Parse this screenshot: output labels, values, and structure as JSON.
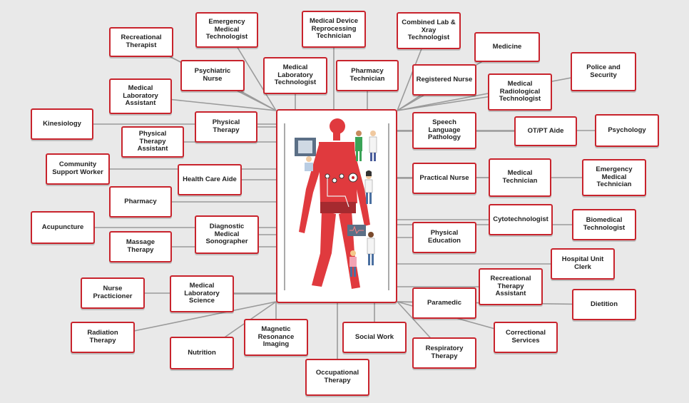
{
  "colors": {
    "accent": "#c8232c",
    "line": "#9a9a9a",
    "background": "#e9e9e9",
    "figure": "#e03a3e"
  },
  "center": {
    "illustration": "human-body-illustration"
  },
  "nodes": [
    {
      "id": "recreational-therapist",
      "label": "Recreational\nTherapist"
    },
    {
      "id": "emergency-medical-technologist",
      "label": "Emergency\nMedical\nTechnologist"
    },
    {
      "id": "medical-device-reprocessing-technician",
      "label": "Medical Device\nReprocessing\nTechnician"
    },
    {
      "id": "combined-lab-xray-technologist",
      "label": "Combined Lab &\nXray\nTechnologist"
    },
    {
      "id": "medicine",
      "label": "Medicine"
    },
    {
      "id": "police-and-security",
      "label": "Police and\nSecurity"
    },
    {
      "id": "psychiatric-nurse",
      "label": "Psychiatric Nurse"
    },
    {
      "id": "medical-laboratory-technologist",
      "label": "Medical\nLaboratory\nTechnologist"
    },
    {
      "id": "pharmacy-technician",
      "label": "Pharmacy\nTechnician"
    },
    {
      "id": "registered-nurse",
      "label": "Registered Nurse"
    },
    {
      "id": "medical-radiological-technologist",
      "label": "Medical\nRadiological\nTechnologist"
    },
    {
      "id": "medical-laboratory-assistant",
      "label": "Medical\nLaboratory\nAssistant"
    },
    {
      "id": "kinesiology",
      "label": "Kinesiology"
    },
    {
      "id": "physical-therapy",
      "label": "Physical Therapy"
    },
    {
      "id": "speech-language-pathology",
      "label": "Speech\nLanguage\nPathology"
    },
    {
      "id": "ot-pt-aide",
      "label": "OT/PT Aide"
    },
    {
      "id": "psychology",
      "label": "Psychology"
    },
    {
      "id": "physical-therapy-assistant",
      "label": "Physical Therapy\nAssistant"
    },
    {
      "id": "community-support-worker",
      "label": "Community\nSupport Worker"
    },
    {
      "id": "health-care-aide",
      "label": "Health Care Aide"
    },
    {
      "id": "practical-nurse",
      "label": "Practical Nurse"
    },
    {
      "id": "medical-technician",
      "label": "Medical\nTechnician"
    },
    {
      "id": "emergency-medical-technician",
      "label": "Emergency\nMedical\nTechnician"
    },
    {
      "id": "pharmacy",
      "label": "Pharmacy"
    },
    {
      "id": "acupuncture",
      "label": "Acupuncture"
    },
    {
      "id": "cytotechnologist",
      "label": "Cytotechnologist"
    },
    {
      "id": "biomedical-technologist",
      "label": "Biomedical\nTechnologist"
    },
    {
      "id": "diagnostic-medical-sonographer",
      "label": "Diagnostic\nMedical\nSonographer"
    },
    {
      "id": "massage-therapy",
      "label": "Massage\nTherapy"
    },
    {
      "id": "physical-education",
      "label": "Physical\nEducation"
    },
    {
      "id": "hospital-unit-clerk",
      "label": "Hospital Unit\nClerk"
    },
    {
      "id": "nurse-practicioner",
      "label": "Nurse\nPracticioner"
    },
    {
      "id": "medical-laboratory-science",
      "label": "Medical\nLaboratory\nScience"
    },
    {
      "id": "recreational-therapy-assistant",
      "label": "Recreational\nTherapy\nAssistant"
    },
    {
      "id": "paramedic",
      "label": "Paramedic"
    },
    {
      "id": "dietition",
      "label": "Dietition"
    },
    {
      "id": "radiation-therapy",
      "label": "Radiation\nTherapy"
    },
    {
      "id": "magnetic-resonance-imaging",
      "label": "Magnetic\nResonance\nImaging"
    },
    {
      "id": "social-work",
      "label": "Social Work"
    },
    {
      "id": "correctional-services",
      "label": "Correctional\nServices"
    },
    {
      "id": "nutrition",
      "label": "Nutrition"
    },
    {
      "id": "respiratory-therapy",
      "label": "Respiratory\nTherapy"
    },
    {
      "id": "occupational-therapy",
      "label": "Occupational\nTherapy"
    }
  ]
}
